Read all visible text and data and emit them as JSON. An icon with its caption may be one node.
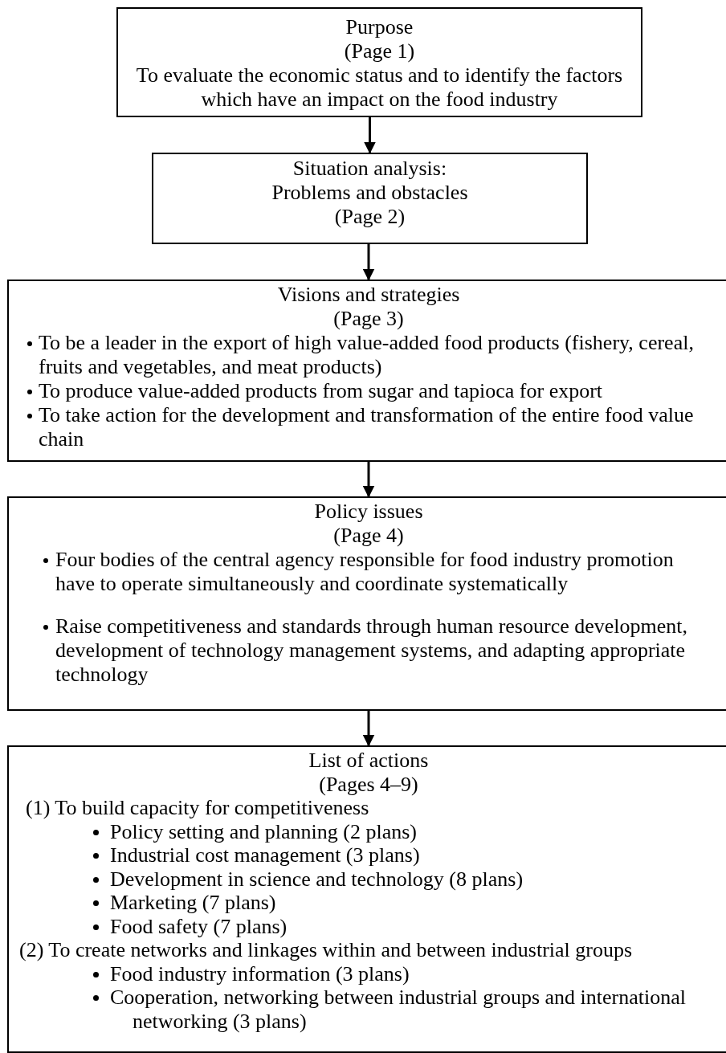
{
  "diagram": {
    "nodes": [
      {
        "text": [
          "Purpose",
          "(Page 1)",
          "To evaluate the economic status and to identify the factors which have an impact on the food industry"
        ]
      },
      {
        "text": [
          "Situation analysis:",
          "Problems and obstacles",
          "(Page 2)"
        ]
      },
      {
        "text": [
          "Visions and strategies",
          "(Page 3)",
          "To be a leader in the export of high value-added food products (fishery, cereal, fruits and vegetables, and meat products)",
          "To produce value-added products from sugar and tapioca for export",
          "To take action for the development and transformation of the entire food value chain"
        ]
      },
      {
        "text": [
          "Policy issues",
          "(Page 4)",
          "Four bodies of the central agency responsible for food industry promotion have to operate simultaneously and coordinate systematically",
          "Raise competitiveness and standards through human resource development, development of technology management systems, and adapting appropriate technology"
        ]
      },
      {
        "text": [
          "List of actions",
          "(Pages 4–9)",
          "(1) To build capacity for competitiveness",
          "Policy setting and planning (2 plans)",
          "Industrial cost management (3 plans)",
          "Development in science and technology (8 plans)",
          "Marketing (7 plans)",
          "Food safety (7 plans)",
          "(2) To create networks and linkages within and between industrial groups",
          "Food industry information (3 plans)",
          "Cooperation, networking between industrial groups and international networking (3 plans)"
        ]
      }
    ],
    "edges": [
      {
        "from": 0,
        "to": 1,
        "arrow": "to"
      },
      {
        "from": 1,
        "to": 2,
        "arrow": "to"
      },
      {
        "from": 2,
        "to": 3,
        "arrow": "to"
      },
      {
        "from": 3,
        "to": 4,
        "arrow": "to"
      }
    ]
  }
}
